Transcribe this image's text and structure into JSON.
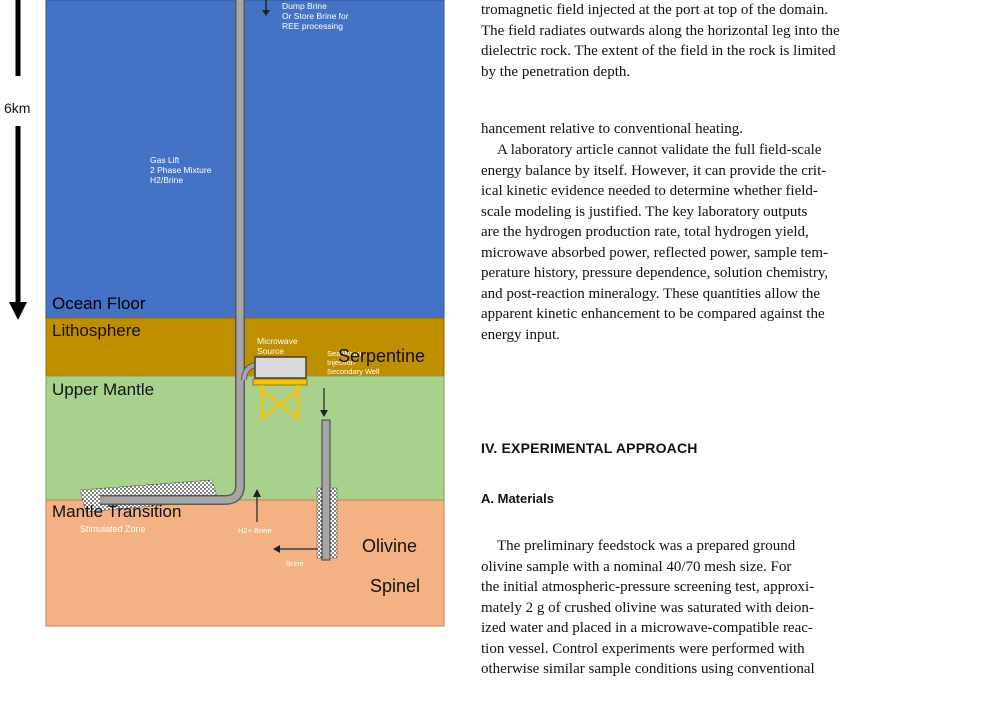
{
  "figure": {
    "depth_label": "6km",
    "labels": {
      "dump_brine": "Dump Brine",
      "store_brine_1": "Or Store Brine for",
      "store_brine_2": "REE processing",
      "gas_lift_1": "Gas Lift",
      "gas_lift_2": "2 Phase Mixture",
      "gas_lift_3": "H2/Brine",
      "microwave_1": "Microwave",
      "microwave_2": "Source",
      "seawater_1": "Sea Water",
      "seawater_2": "Injection",
      "seawater_3": "Secondary Well",
      "h2_brine": "H2+ Brine",
      "brine": "Brine",
      "stimulated_zone": "Stimulated Zone"
    },
    "layers": {
      "ocean_floor": "Ocean Floor",
      "lithosphere": "Lithosphere",
      "upper_mantle": "Upper Mantle",
      "mantle_transition": "Mantle Transition"
    },
    "zones": {
      "serpentine": "Serpentine",
      "olivine": "Olivine",
      "spinel": "Spinel"
    },
    "colors": {
      "ocean": "#4472c4",
      "lithosphere": "#bf8f00",
      "upper_mantle": "#a9d18e",
      "transition": "#f4b183",
      "pipe": "#a6a6a6",
      "platform": "#ffc000"
    }
  },
  "text": {
    "caption_lines": [
      "tromagnetic field injected at the port at top of the domain.",
      "The field radiates outwards along the horizontal leg into the",
      "dielectric rock. The extent of the field in the rock is limited",
      "by the penetration depth."
    ],
    "para1": "hancement relative to conventional heating.",
    "para2_lines": [
      "A laboratory article cannot validate the full field-scale",
      "energy balance by itself. However, it can provide the crit-",
      "ical kinetic evidence needed to determine whether field-",
      "scale modeling is justified. The key laboratory outputs",
      "are the hydrogen production rate, total hydrogen yield,",
      "microwave absorbed power, reflected power, sample tem-",
      "perature history, pressure dependence, solution chemistry,",
      "and post-reaction mineralogy. These quantities allow the",
      "apparent kinetic enhancement to be compared against the",
      "energy input."
    ],
    "section": "IV.   EXPERIMENTAL APPROACH",
    "subsection": "A.   Materials",
    "para3_lines": [
      "The preliminary feedstock was a prepared ground",
      "olivine sample with a nominal 40/70 mesh size. For",
      "the initial atmospheric-pressure screening test, approxi-",
      "mately 2 g of crushed olivine was saturated with deion-",
      "ized water and placed in a microwave-compatible reac-",
      "tion vessel. Control experiments were performed with",
      "otherwise similar sample conditions using conventional"
    ]
  }
}
